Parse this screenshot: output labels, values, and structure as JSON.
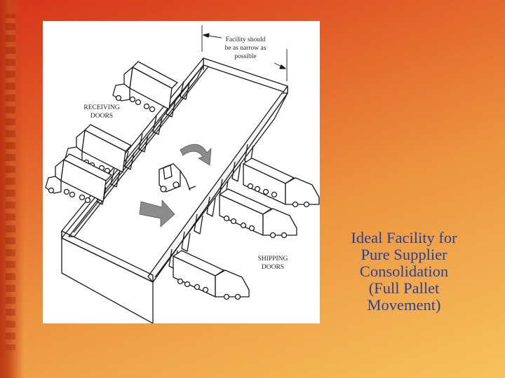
{
  "slide": {
    "caption_lines": [
      "Ideal Facility for",
      "Pure Supplier",
      "Consolidation",
      "(Full Pallet",
      "Movement)"
    ]
  },
  "diagram": {
    "dimension_note_lines": [
      "Facility should",
      "be as narrow as",
      "possible"
    ],
    "receiving_label_lines": [
      "RECEIVING",
      "DOORS"
    ],
    "shipping_label_lines": [
      "SHIPPING",
      "DOORS"
    ]
  }
}
